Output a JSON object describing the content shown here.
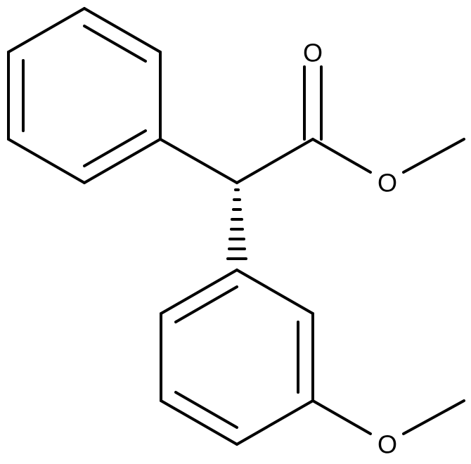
{
  "molecule": {
    "atoms": {
      "carbonyl_oxygen": "O",
      "ester_oxygen": "O",
      "methoxy_oxygen": "O"
    },
    "stereo_bond": "hashed-wedge",
    "bond_color": "#000000",
    "label_color": "#000000"
  }
}
